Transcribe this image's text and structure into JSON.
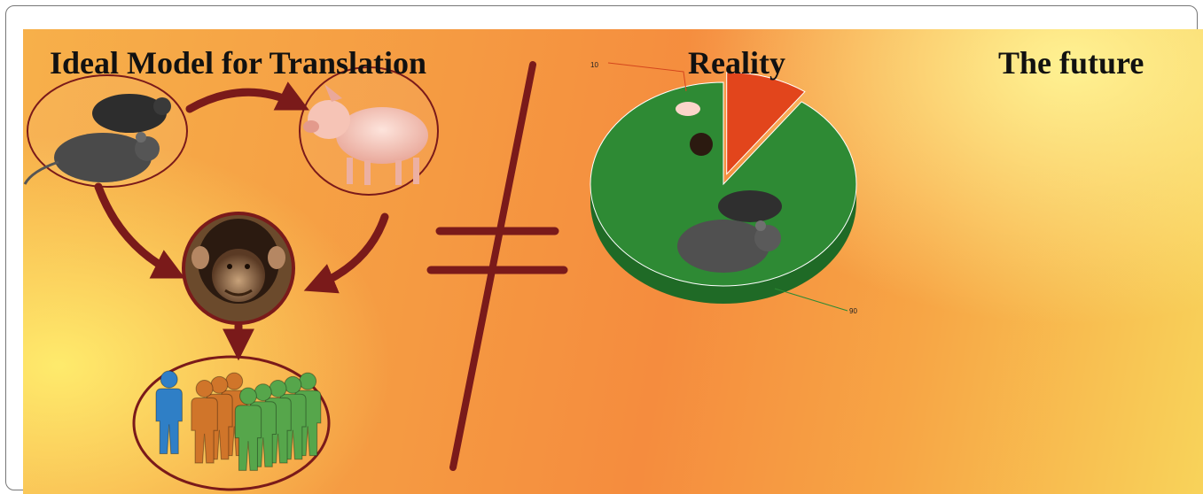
{
  "titles": {
    "ideal": "Ideal Model for Translation",
    "reality": "Reality",
    "future": "The future"
  },
  "pie": {
    "small_label": "10",
    "large_label": "90"
  },
  "chart_data": {
    "type": "pie",
    "categories": [
      "pig/primate",
      "rodent"
    ],
    "values": [
      10,
      90
    ]
  },
  "colors": {
    "arrow": "#7a1a1a",
    "pie_green": "#2e8a34",
    "pie_red": "#e2451c",
    "person_blue": "#2f7fc6",
    "person_orange": "#d0752a",
    "person_green": "#56a64b"
  }
}
